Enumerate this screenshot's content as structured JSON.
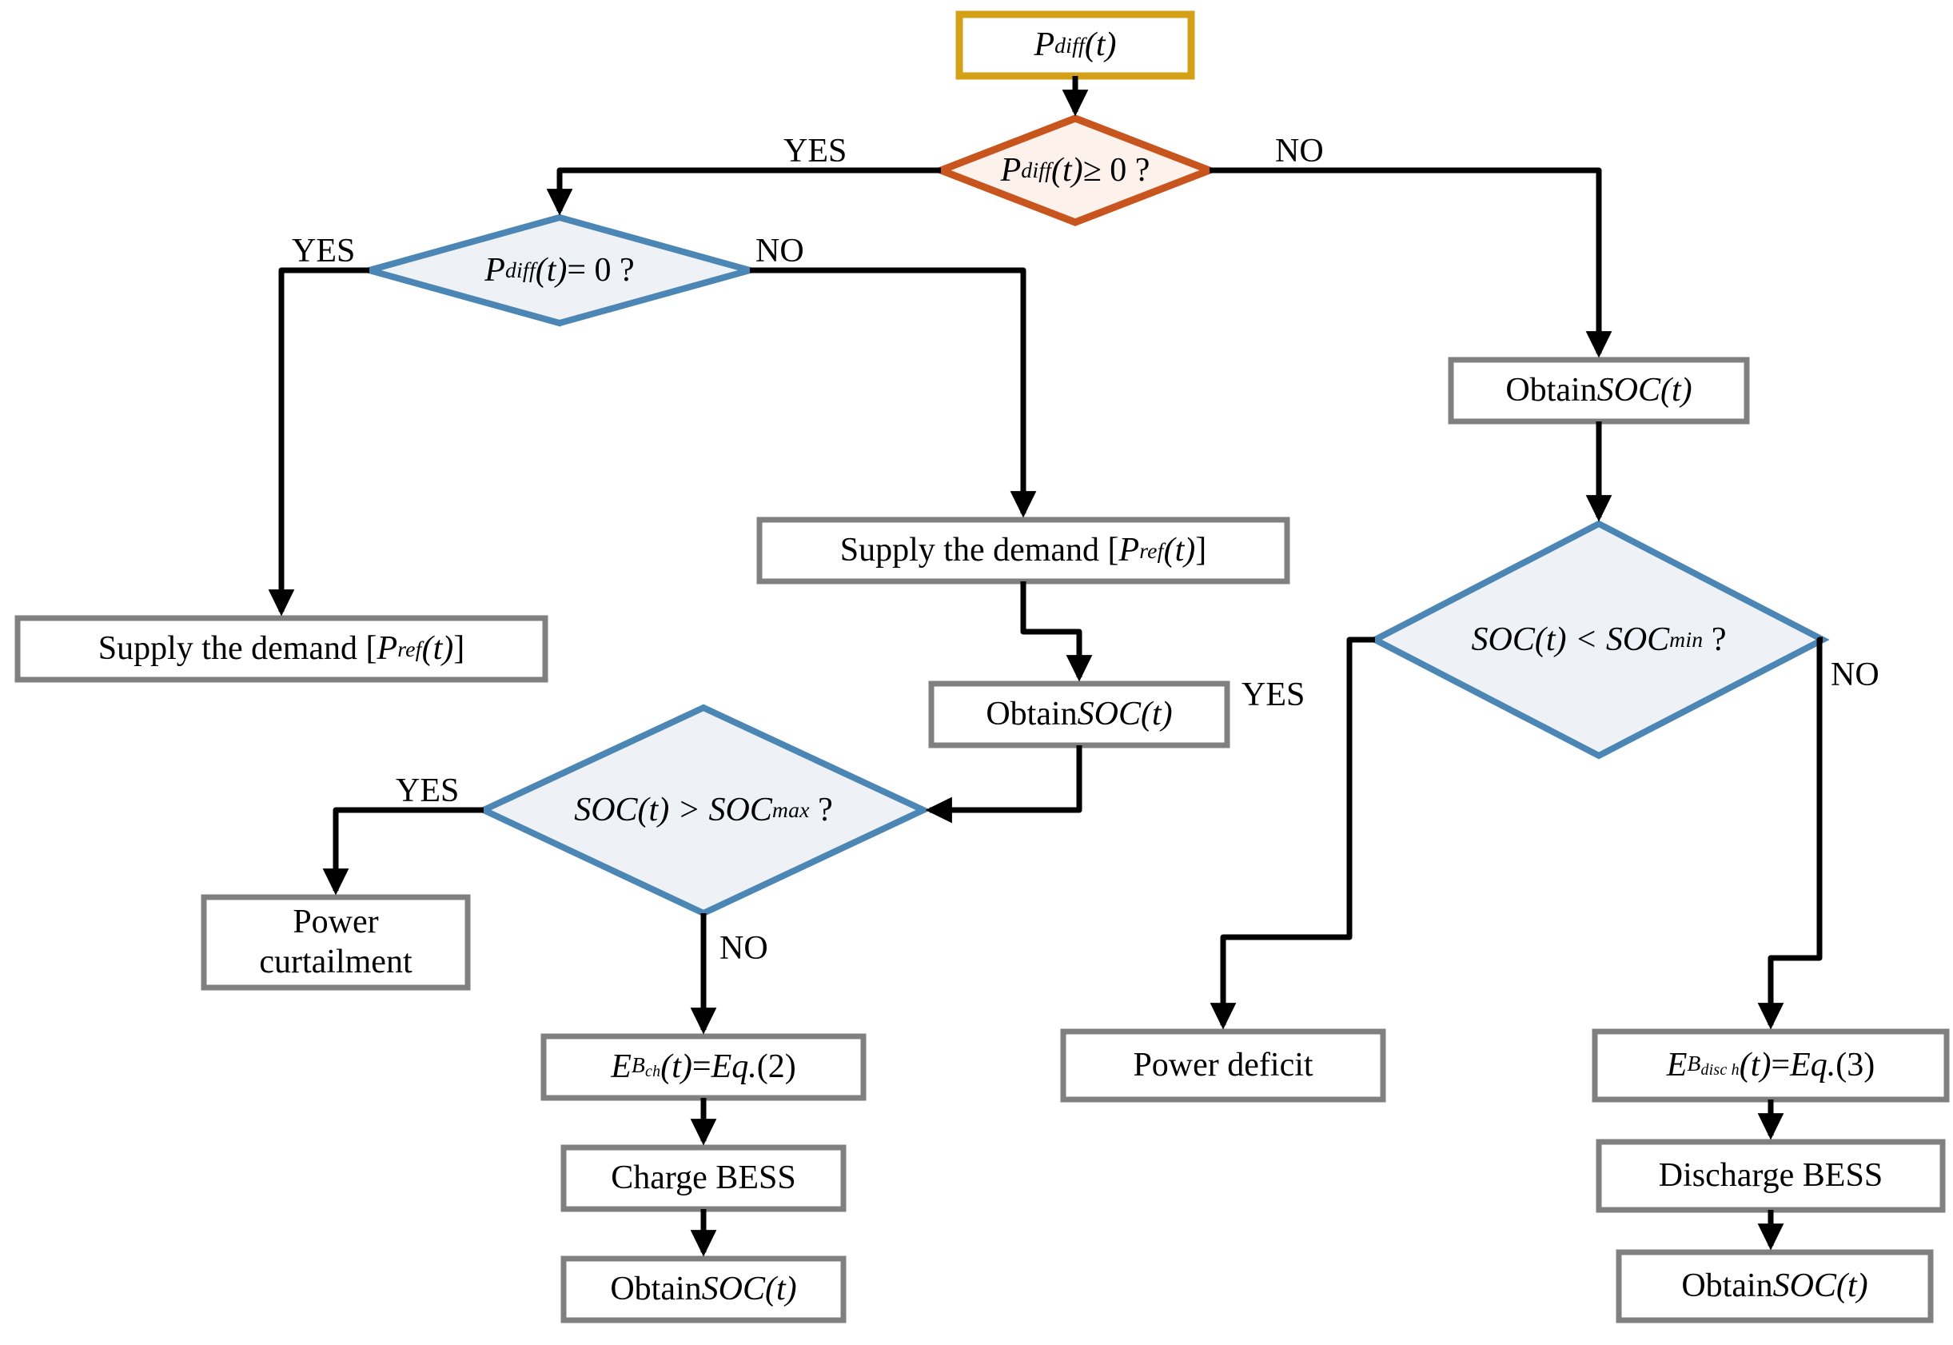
{
  "diagram": {
    "title": "BESS power dispatch decision flowchart",
    "colors": {
      "gold_border": "#D4A017",
      "orange_border": "#C8551E",
      "orange_fill": "#FDF1EC",
      "blue_border": "#4B86B4",
      "blue_fill": "#EEF2F7",
      "gray_border": "#808080",
      "connector": "#000000",
      "background": "#FFFFFF"
    },
    "nodes": [
      {
        "id": "start",
        "shape": "process",
        "accent": "gold",
        "text_html": "<span class=\"mathv\">P</span><span class=\"sub\">diff</span> <span class=\"mathv\">(t)</span>",
        "text_plain": "P_diff (t)"
      },
      {
        "id": "dec_pdiff_ge0",
        "shape": "decision",
        "accent": "orange",
        "text_html": "<span class=\"mathv\">P</span><span class=\"sub\">diff</span> <span class=\"mathv\">(t)</span> &#8805; 0 ?",
        "text_plain": "P_diff (t) >= 0 ?"
      },
      {
        "id": "dec_pdiff_eq0",
        "shape": "decision",
        "accent": "blue",
        "text_html": "<span class=\"mathv\">P</span><span class=\"sub\">diff</span> <span class=\"mathv\">(t)</span> = 0 ?",
        "text_plain": "P_diff (t) = 0 ?"
      },
      {
        "id": "supply_left",
        "shape": "process",
        "accent": "gray",
        "text_html": "Supply the demand [<span class=\"mathv\">P</span><span class=\"sub\">ref</span> <span class=\"mathv\">(t)</span>]",
        "text_plain": "Supply the demand [P_ref (t)]"
      },
      {
        "id": "supply_mid",
        "shape": "process",
        "accent": "gray",
        "text_html": "Supply the demand [<span class=\"mathv\">P</span><span class=\"sub\">ref</span> <span class=\"mathv\">(t)</span>]",
        "text_plain": "Supply the demand [P_ref (t)]"
      },
      {
        "id": "obtain_soc_mid",
        "shape": "process",
        "accent": "gray",
        "text_html": "Obtain <span class=\"mathv\">SOC(t)</span>",
        "text_plain": "Obtain SOC(t)"
      },
      {
        "id": "dec_soc_max",
        "shape": "decision",
        "accent": "blue",
        "text_html": "<span class=\"mathv\">SOC(t) &gt; SOC</span><span class=\"sub\">max</span> &nbsp;?",
        "text_plain": "SOC(t) > SOC_max ?"
      },
      {
        "id": "power_curtail",
        "shape": "process",
        "accent": "gray",
        "text_html": "Power<br>curtailment",
        "text_plain": "Power curtailment"
      },
      {
        "id": "eq_charge",
        "shape": "process",
        "accent": "gray",
        "text_html": "<span class=\"mathv\">E</span><span class=\"sub\">B<span class=\"sub2\">ch</span></span> <span class=\"mathv\">(t)</span> = <span class=\"mathv\">Eq.</span> (2)",
        "text_plain": "E_Bch (t) = Eq. (2)"
      },
      {
        "id": "charge_bess",
        "shape": "process",
        "accent": "gray",
        "text_html": "Charge BESS",
        "text_plain": "Charge BESS"
      },
      {
        "id": "obtain_soc_ch",
        "shape": "process",
        "accent": "gray",
        "text_html": "Obtain <span class=\"mathv\">SOC(t)</span>",
        "text_plain": "Obtain SOC(t)"
      },
      {
        "id": "obtain_soc_right",
        "shape": "process",
        "accent": "gray",
        "text_html": "Obtain <span class=\"mathv\">SOC(t)</span>",
        "text_plain": "Obtain SOC(t)"
      },
      {
        "id": "dec_soc_min",
        "shape": "decision",
        "accent": "blue",
        "text_html": "<span class=\"mathv\">SOC(t) &lt; SOC</span><span class=\"sub\">min</span> &nbsp;?",
        "text_plain": "SOC(t) < SOC_min ?"
      },
      {
        "id": "power_deficit",
        "shape": "process",
        "accent": "gray",
        "text_html": "Power deficit",
        "text_plain": "Power deficit"
      },
      {
        "id": "eq_discharge",
        "shape": "process",
        "accent": "gray",
        "text_html": "<span class=\"mathv\">E</span><span class=\"sub\">B<span class=\"sub2\">disc h</span></span> <span class=\"mathv\">(t)</span> = <span class=\"mathv\">Eq.</span> (3)",
        "text_plain": "E_Bdisch (t) = Eq. (3)"
      },
      {
        "id": "discharge_bess",
        "shape": "process",
        "accent": "gray",
        "text_html": "Discharge BESS",
        "text_plain": "Discharge BESS"
      },
      {
        "id": "obtain_soc_disch",
        "shape": "process",
        "accent": "gray",
        "text_html": "Obtain <span class=\"mathv\">SOC(t)</span>",
        "text_plain": "Obtain SOC(t)"
      }
    ],
    "edge_labels": [
      {
        "id": "yes_top",
        "text": "YES"
      },
      {
        "id": "no_top",
        "text": "NO"
      },
      {
        "id": "yes_eq0",
        "text": "YES"
      },
      {
        "id": "no_eq0",
        "text": "NO"
      },
      {
        "id": "yes_socmax",
        "text": "YES"
      },
      {
        "id": "no_socmax",
        "text": "NO"
      },
      {
        "id": "yes_socmin",
        "text": "YES"
      },
      {
        "id": "no_socmin",
        "text": "NO"
      }
    ]
  }
}
